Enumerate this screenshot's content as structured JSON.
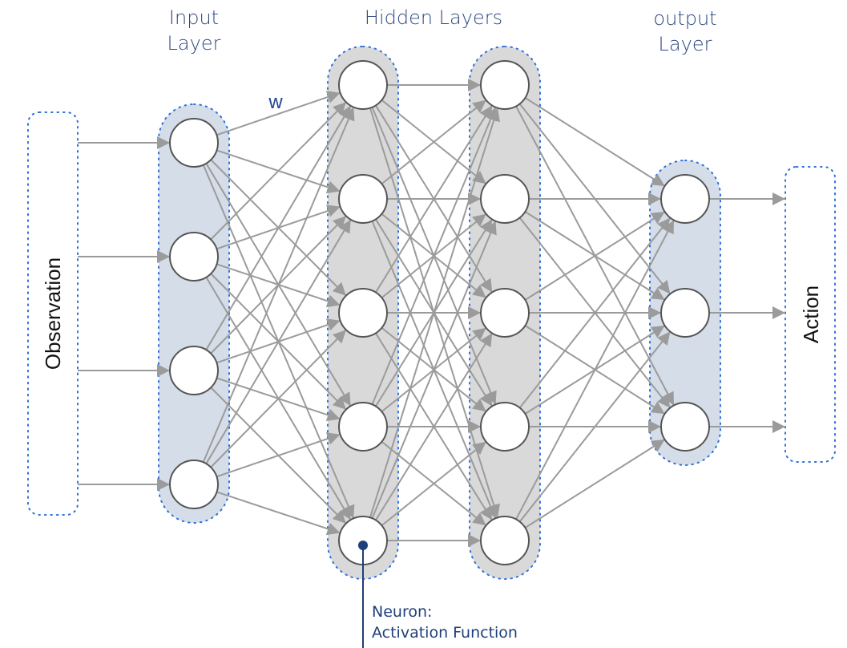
{
  "diagram": {
    "titles": {
      "input": [
        "Input",
        "Layer"
      ],
      "hidden": "Hidden Layers",
      "output": [
        "output",
        "Layer"
      ]
    },
    "observation_label": "Observation",
    "action_label": "Action",
    "weight_label": "w",
    "neuron_note": [
      "Neuron:",
      "Activation Function"
    ],
    "layers": [
      {
        "name": "input",
        "neurons": 4,
        "fill": "#d5dde8"
      },
      {
        "name": "hidden-1",
        "neurons": 5,
        "fill": "#d9d9d9"
      },
      {
        "name": "hidden-2",
        "neurons": 5,
        "fill": "#d9d9d9"
      },
      {
        "name": "output",
        "neurons": 3,
        "fill": "#d5dde8"
      }
    ],
    "colors": {
      "edge": "#9b9b9b",
      "neuron_stroke": "#555555",
      "dotted_border": "#2f6fdc",
      "title": "#2e4a80",
      "annotation": "#1f3f7a"
    }
  }
}
